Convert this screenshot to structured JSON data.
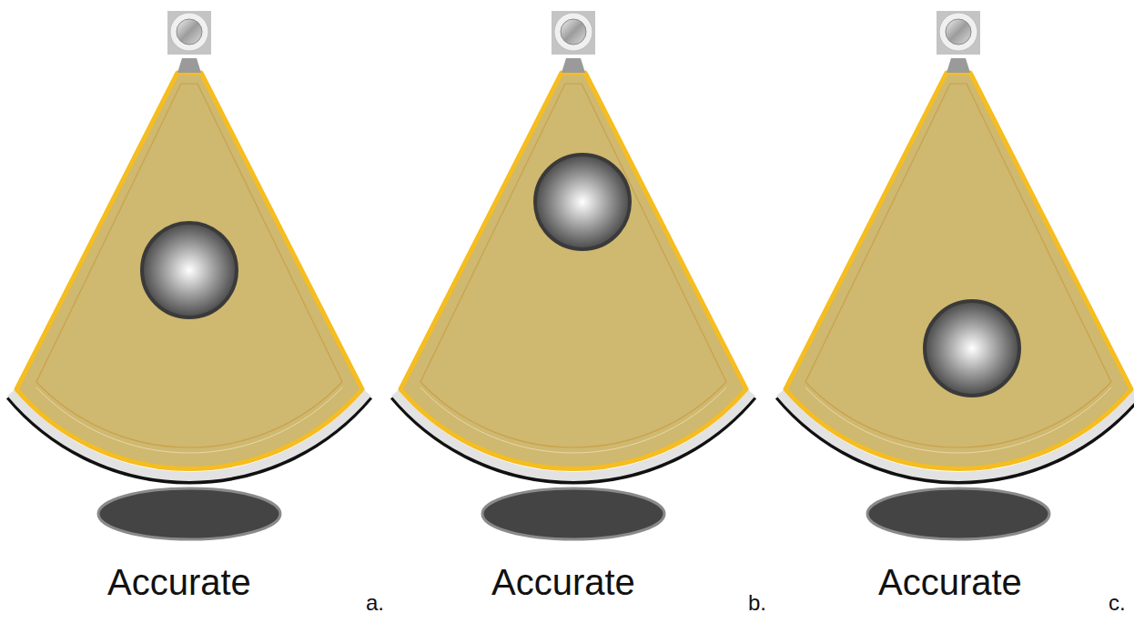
{
  "diagram": {
    "labels": [
      "Accurate",
      "a.",
      "Accurate",
      "b.",
      "Accurate",
      "c."
    ]
  }
}
